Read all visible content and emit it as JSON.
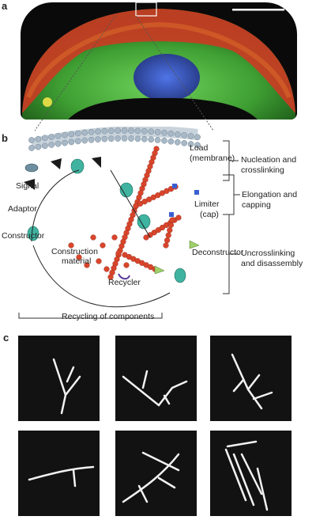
{
  "panels": {
    "a": "a",
    "b": "b",
    "c": "c"
  },
  "diagram": {
    "load": "Load",
    "load_sub": "(membrane)",
    "signal": "Signal",
    "adaptor": "Adaptor",
    "constructor": "Constructor",
    "construction_material_1": "Construction",
    "construction_material_2": "material",
    "recycler": "Recycler",
    "limiter": "Limiter",
    "limiter_sub": "(cap)",
    "deconstructor": "Deconstructor",
    "recycling": "Recycling of components"
  },
  "brackets": {
    "nucleation_1": "Nucleation and",
    "nucleation_2": "crosslinking",
    "elongation_1": "Elongation and",
    "elongation_2": "capping",
    "uncrosslinking_1": "Uncrosslinking",
    "uncrosslinking_2": "and disassembly"
  },
  "colors": {
    "actin_red": "#d9452b",
    "microtubule_green": "#3fae3a",
    "nucleus_blue": "#3a5fd0",
    "constructor_teal": "#3fb3a0",
    "membrane_grey": "#9fb2c0"
  }
}
